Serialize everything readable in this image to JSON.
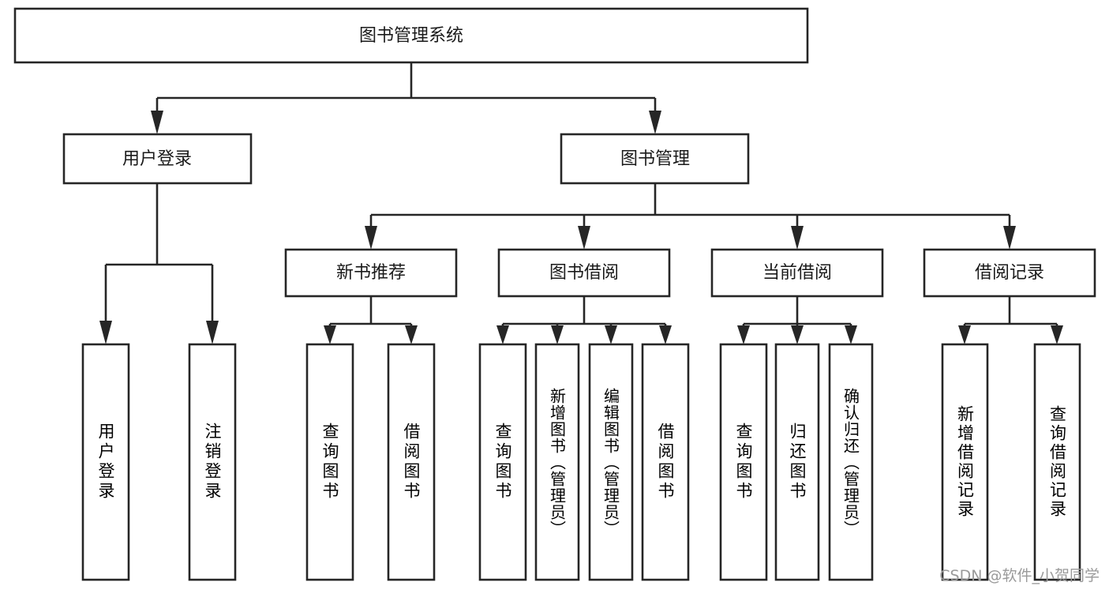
{
  "diagram": {
    "type": "tree-hierarchy",
    "title": "图书管理系统",
    "root": {
      "id": "root",
      "label": "图书管理系统",
      "orientation": "horizontal"
    },
    "level2": [
      {
        "id": "user-login",
        "label": "用户登录",
        "orientation": "horizontal"
      },
      {
        "id": "book-manage",
        "label": "图书管理",
        "orientation": "horizontal"
      }
    ],
    "level3": [
      {
        "id": "new-book-rec",
        "label": "新书推荐",
        "orientation": "horizontal",
        "parent": "book-manage"
      },
      {
        "id": "book-borrow",
        "label": "图书借阅",
        "orientation": "horizontal",
        "parent": "book-manage"
      },
      {
        "id": "current-borrow",
        "label": "当前借阅",
        "orientation": "horizontal",
        "parent": "book-manage"
      },
      {
        "id": "borrow-record",
        "label": "借阅记录",
        "orientation": "horizontal",
        "parent": "book-manage"
      }
    ],
    "leaves": [
      {
        "id": "leaf-user-login",
        "label": "用户登录",
        "orientation": "vertical",
        "parent": "user-login"
      },
      {
        "id": "leaf-logout",
        "label": "注销登录",
        "orientation": "vertical",
        "parent": "user-login"
      },
      {
        "id": "leaf-query-book-1",
        "label": "查询图书",
        "orientation": "vertical",
        "parent": "new-book-rec"
      },
      {
        "id": "leaf-borrow-book-1",
        "label": "借阅图书",
        "orientation": "vertical",
        "parent": "new-book-rec"
      },
      {
        "id": "leaf-query-book-2",
        "label": "查询图书",
        "orientation": "vertical",
        "parent": "book-borrow"
      },
      {
        "id": "leaf-add-book",
        "label": "新增图书（管理员）",
        "orientation": "vertical",
        "parent": "book-borrow"
      },
      {
        "id": "leaf-edit-book",
        "label": "编辑图书（管理员）",
        "orientation": "vertical",
        "parent": "book-borrow"
      },
      {
        "id": "leaf-borrow-book-2",
        "label": "借阅图书",
        "orientation": "vertical",
        "parent": "book-borrow"
      },
      {
        "id": "leaf-query-book-3",
        "label": "查询图书",
        "orientation": "vertical",
        "parent": "current-borrow"
      },
      {
        "id": "leaf-return-book",
        "label": "归还图书",
        "orientation": "vertical",
        "parent": "current-borrow"
      },
      {
        "id": "leaf-confirm-return",
        "label": "确认归还（管理员）",
        "orientation": "vertical",
        "parent": "current-borrow"
      },
      {
        "id": "leaf-add-record",
        "label": "新增借阅记录",
        "orientation": "vertical",
        "parent": "borrow-record"
      },
      {
        "id": "leaf-query-record",
        "label": "查询借阅记录",
        "orientation": "vertical",
        "parent": "borrow-record"
      }
    ],
    "colors": {
      "background": "#ffffff",
      "box_fill": "#ffffff",
      "box_stroke": "#262626",
      "text": "#1a1a1a",
      "watermark": "#9a9a9a"
    }
  },
  "watermark": {
    "text": "CSDN @软件_小贺同学"
  }
}
